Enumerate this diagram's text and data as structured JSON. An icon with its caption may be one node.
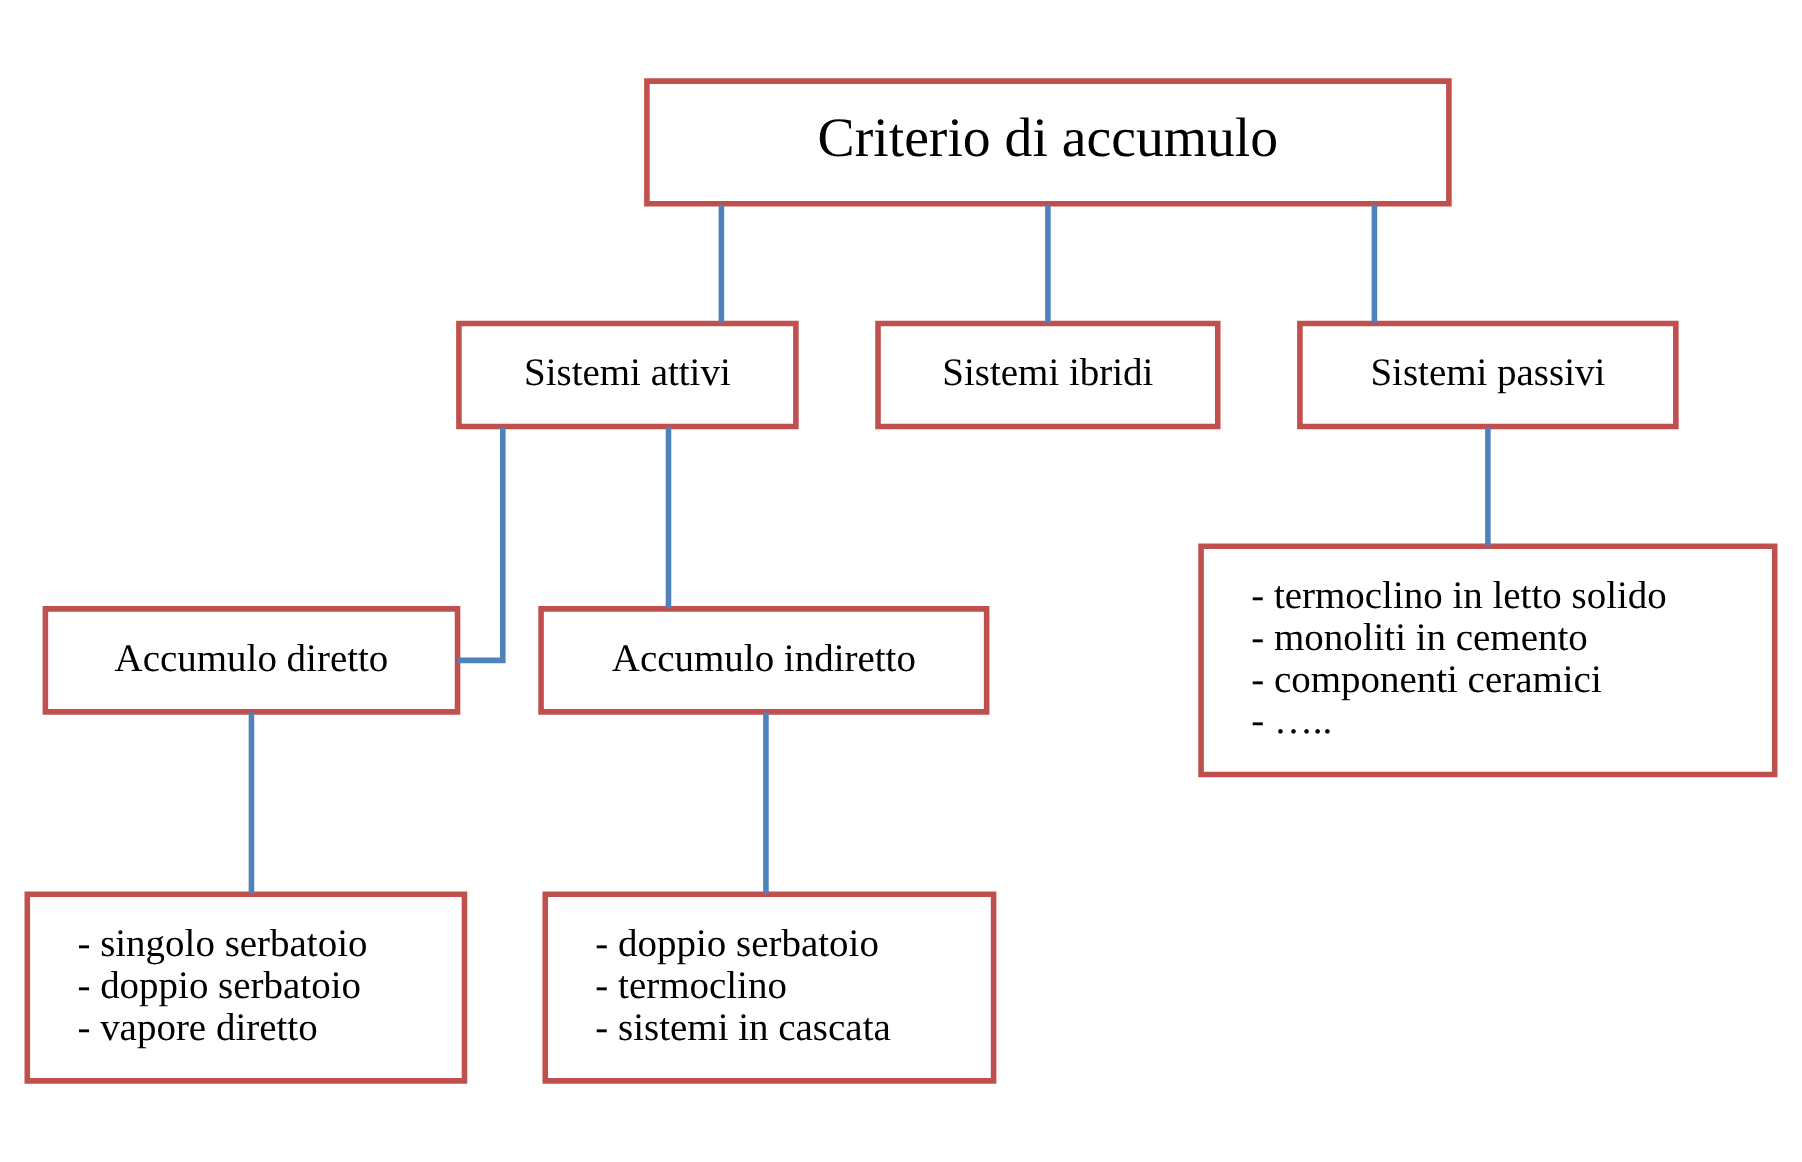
{
  "diagram": {
    "nodes": [
      {
        "text": [
          "Criterio di accumulo"
        ]
      },
      {
        "text": [
          "Sistemi attivi"
        ]
      },
      {
        "text": [
          "Sistemi ibridi"
        ]
      },
      {
        "text": [
          "Sistemi passivi"
        ]
      },
      {
        "text": [
          "Accumulo diretto"
        ]
      },
      {
        "text": [
          "Accumulo indiretto"
        ]
      },
      {
        "text": [
          "- termoclino in letto solido",
          "- monoliti in cemento",
          "- componenti ceramici",
          "- ….."
        ]
      },
      {
        "text": [
          "- singolo serbatoio",
          "- doppio serbatoio",
          "- vapore diretto"
        ]
      },
      {
        "text": [
          "- doppio serbatoio",
          "- termoclino",
          "- sistemi in cascata"
        ]
      }
    ],
    "edges": [
      {
        "from": 0,
        "to": 1,
        "arrow": "none"
      },
      {
        "from": 0,
        "to": 2,
        "arrow": "none"
      },
      {
        "from": 0,
        "to": 3,
        "arrow": "none"
      },
      {
        "from": 1,
        "to": 4,
        "arrow": "none"
      },
      {
        "from": 1,
        "to": 5,
        "arrow": "none"
      },
      {
        "from": 3,
        "to": 6,
        "arrow": "none"
      },
      {
        "from": 4,
        "to": 7,
        "arrow": "none"
      },
      {
        "from": 5,
        "to": 8,
        "arrow": "none"
      }
    ]
  }
}
